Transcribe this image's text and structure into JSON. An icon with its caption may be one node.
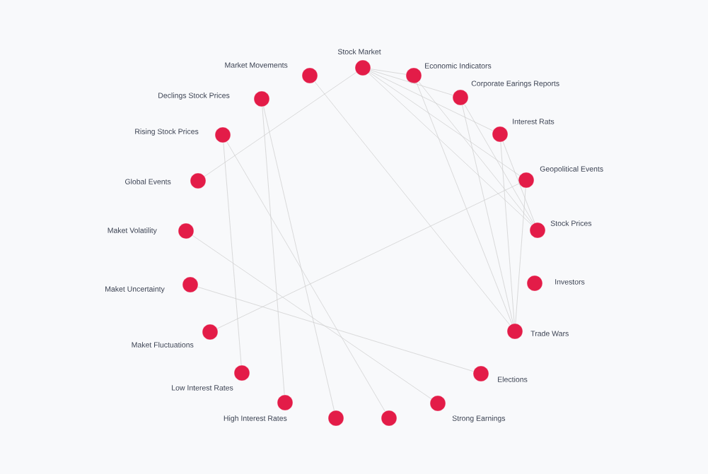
{
  "diagram": {
    "nodes": [
      {
        "text": [
          "Stock Market"
        ]
      },
      {
        "text": [
          "Economic Indicators"
        ]
      },
      {
        "text": [
          "Corporate Earings Reports"
        ]
      },
      {
        "text": [
          "Interest Rats"
        ]
      },
      {
        "text": [
          "Geopolitical Events"
        ]
      },
      {
        "text": [
          "Stock Prices"
        ]
      },
      {
        "text": [
          "Investors"
        ]
      },
      {
        "text": [
          "Trade Wars"
        ]
      },
      {
        "text": [
          "Elections"
        ]
      },
      {
        "text": [
          "Strong Earnings"
        ]
      },
      {
        "text": [],
        "shape": "circle"
      },
      {
        "text": [],
        "shape": "circle"
      },
      {
        "text": [
          "High Interest Rates"
        ]
      },
      {
        "text": [
          "Low Interest Rates"
        ]
      },
      {
        "text": [
          "Maket Fluctuations"
        ]
      },
      {
        "text": [
          "Maket Uncertainty"
        ]
      },
      {
        "text": [
          "Maket Volatility"
        ]
      },
      {
        "text": [
          "Global Events"
        ]
      },
      {
        "text": [
          "Rising Stock Prices"
        ]
      },
      {
        "text": [
          "Declings Stock Prices"
        ]
      },
      {
        "text": [
          "Market Movements"
        ]
      }
    ],
    "edges": [
      {
        "from": 0,
        "to": 1,
        "arrow": "none"
      },
      {
        "from": 0,
        "to": 2,
        "arrow": "none"
      },
      {
        "from": 0,
        "to": 3,
        "arrow": "none"
      },
      {
        "from": 0,
        "to": 4,
        "arrow": "none"
      },
      {
        "from": 0,
        "to": 5,
        "arrow": "none"
      },
      {
        "from": 0,
        "to": 17,
        "arrow": "none"
      },
      {
        "from": 1,
        "to": 5,
        "arrow": "none"
      },
      {
        "from": 1,
        "to": 7,
        "arrow": "none"
      },
      {
        "from": 2,
        "to": 5,
        "arrow": "none"
      },
      {
        "from": 2,
        "to": 7,
        "arrow": "none"
      },
      {
        "from": 3,
        "to": 5,
        "arrow": "none"
      },
      {
        "from": 3,
        "to": 7,
        "arrow": "none"
      },
      {
        "from": 4,
        "to": 7,
        "arrow": "none"
      },
      {
        "from": 4,
        "to": 14,
        "arrow": "none"
      },
      {
        "from": 20,
        "to": 7,
        "arrow": "none"
      },
      {
        "from": 19,
        "to": 12,
        "arrow": "none"
      },
      {
        "from": 19,
        "to": 10,
        "arrow": "none"
      },
      {
        "from": 18,
        "to": 13,
        "arrow": "none"
      },
      {
        "from": 18,
        "to": 11,
        "arrow": "none"
      },
      {
        "from": 16,
        "to": 9,
        "arrow": "none"
      },
      {
        "from": 15,
        "to": 8,
        "arrow": "none"
      }
    ]
  }
}
